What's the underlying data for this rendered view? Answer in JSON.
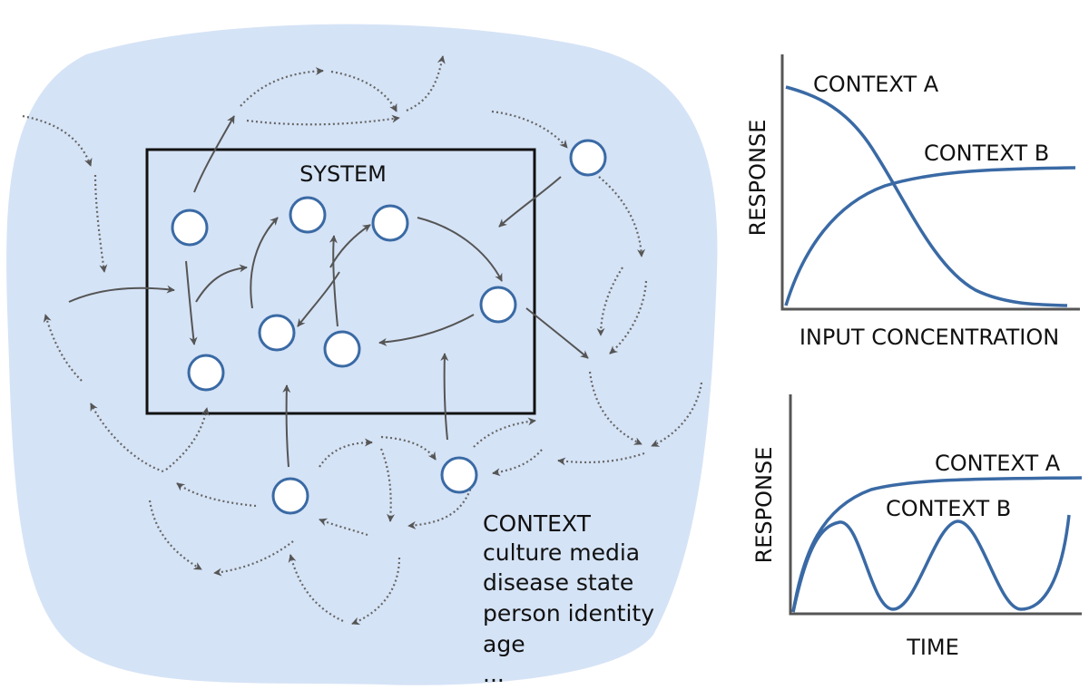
{
  "diagram": {
    "system_label": "SYSTEM",
    "context_heading": "CONTEXT",
    "context_items": [
      "culture media",
      "disease state",
      "person identity",
      "age",
      "..."
    ]
  },
  "chart_top": {
    "ylabel": "RESPONSE",
    "xlabel": "INPUT CONCENTRATION",
    "series_a_label": "CONTEXT A",
    "series_b_label": "CONTEXT B"
  },
  "chart_bottom": {
    "ylabel": "RESPONSE",
    "xlabel": "TIME",
    "series_a_label": "CONTEXT A",
    "series_b_label": "CONTEXT B"
  },
  "colors": {
    "context_fill": "#d5e3f6",
    "node_stroke": "#3a6aa5",
    "curve": "#3a6aa5",
    "arrow": "#555555"
  }
}
